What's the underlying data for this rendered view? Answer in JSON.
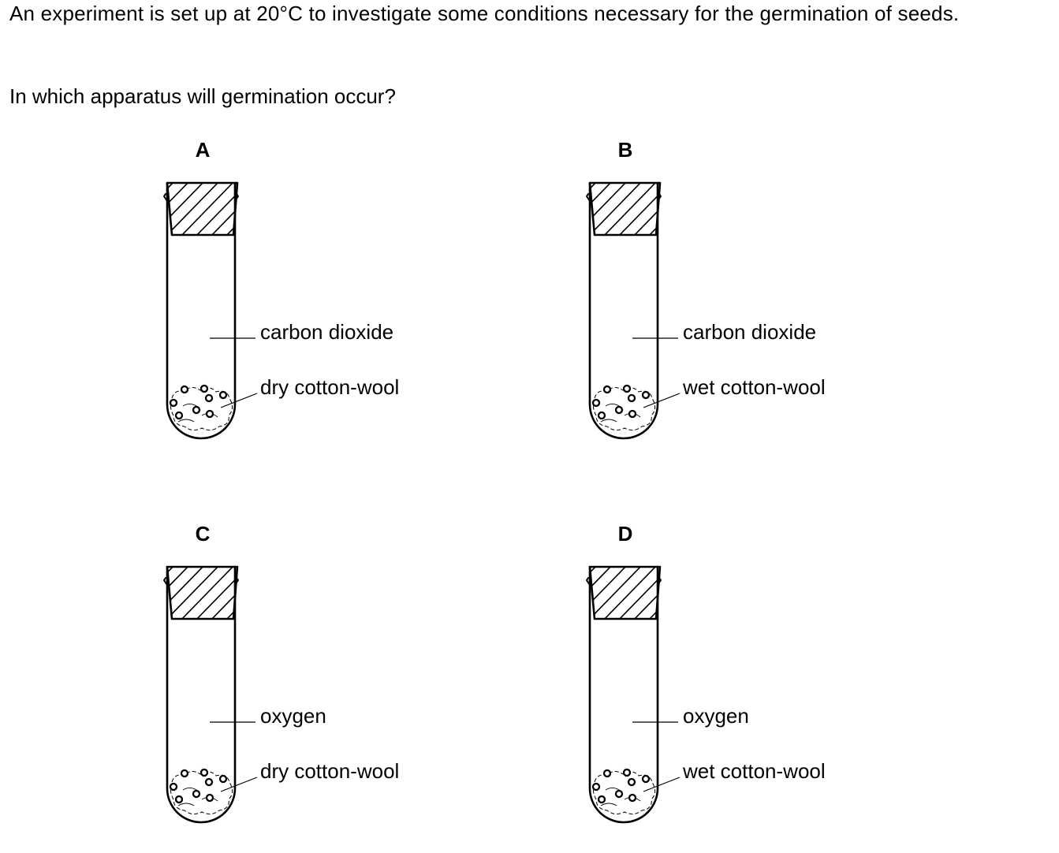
{
  "question": {
    "intro": "An experiment is set up at 20°C to investigate some conditions necessary for the germination of seeds.",
    "prompt": "In which apparatus will germination occur?"
  },
  "options": [
    {
      "letter": "A",
      "gas": "carbon dioxide",
      "wool": "dry cotton-wool"
    },
    {
      "letter": "B",
      "gas": "carbon dioxide",
      "wool": "wet cotton-wool"
    },
    {
      "letter": "C",
      "gas": "oxygen",
      "wool": "dry cotton-wool"
    },
    {
      "letter": "D",
      "gas": "oxygen",
      "wool": "wet cotton-wool"
    }
  ]
}
